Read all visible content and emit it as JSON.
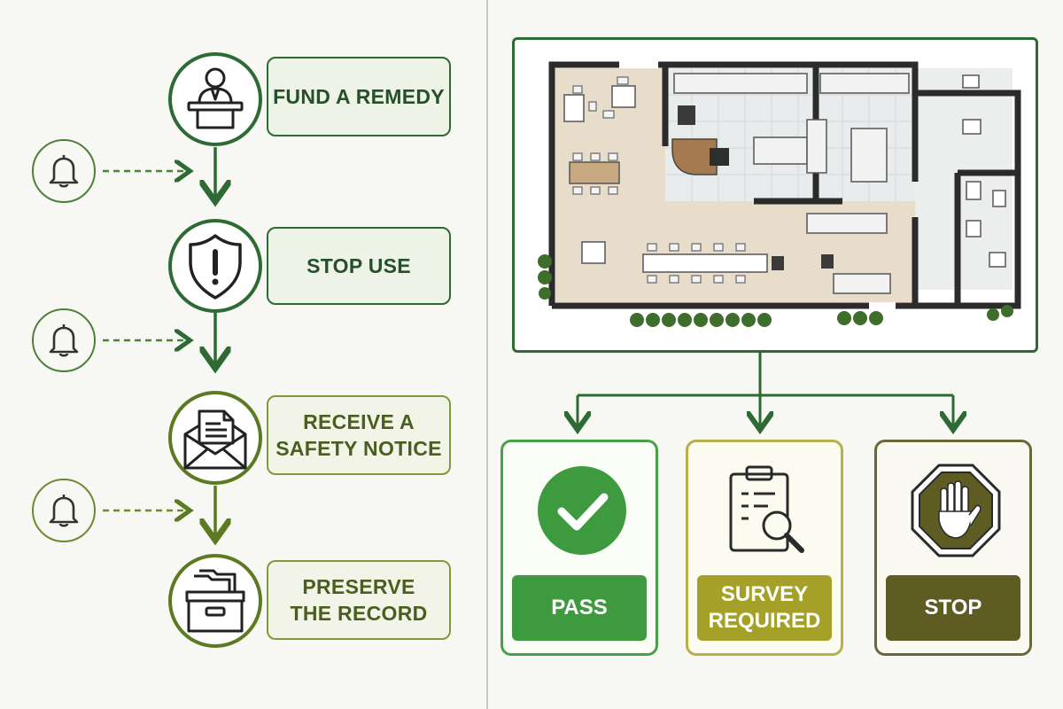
{
  "steps": [
    {
      "label_lines": [
        "FUND A REMEDY"
      ],
      "icon": "podium-speaker-icon"
    },
    {
      "label_lines": [
        "STOP USE"
      ],
      "icon": "shield-exclamation-icon"
    },
    {
      "label_lines": [
        "RECEIVE A",
        "SAFETY NOTICE"
      ],
      "icon": "envelope-letter-icon"
    },
    {
      "label_lines": [
        "PRESERVE",
        "THE RECORD"
      ],
      "icon": "file-drawer-icon"
    }
  ],
  "alerts": [
    {
      "icon": "bell-icon"
    },
    {
      "icon": "bell-icon"
    },
    {
      "icon": "bell-icon"
    }
  ],
  "floor_plan": {
    "icon": "floor-plan-image"
  },
  "outcomes": [
    {
      "label_lines": [
        "PASS"
      ],
      "icon": "checkmark-circle-icon",
      "color": "#3e9a3e"
    },
    {
      "label_lines": [
        "SURVEY",
        "REQUIRED"
      ],
      "icon": "clipboard-magnifier-icon",
      "color": "#a4a028"
    },
    {
      "label_lines": [
        "STOP"
      ],
      "icon": "stop-hand-octagon-icon",
      "color": "#5e5c22"
    }
  ],
  "colors": {
    "primary_green": "#2e6b34",
    "olive": "#7f9a3c",
    "bright_green": "#3e9a3e",
    "mustard": "#a4a028",
    "dark_olive": "#5e5c22"
  }
}
